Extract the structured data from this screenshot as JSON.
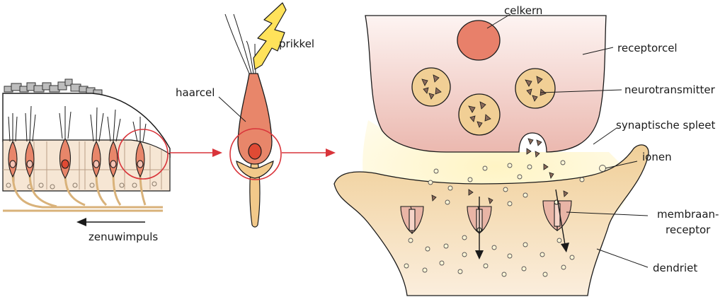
{
  "labels": {
    "celkern": "celkern",
    "receptorcel": "receptorcel",
    "neurotransmitter": "neurotransmitter",
    "synaptische_spleet": "synaptische spleet",
    "ionen": "ionen",
    "membraanreceptor_1": "membraan-",
    "membraanreceptor_2": "receptor",
    "dendriet": "dendriet",
    "prikkel": "prikkel",
    "haarcel": "haarcel",
    "zenuwimpuls": "zenuwimpuls"
  },
  "colors": {
    "hair_cell": "#e8866a",
    "nucleus": "#e56a54",
    "receptor_cell_top": "#fbecea",
    "receptor_cell_bottom": "#eab6ae",
    "cleft_yellow": "#fff2b8",
    "dendrite": "#f2d3a0",
    "vesicle": "#f1cf95",
    "receptor_protein": "#e9b5a6",
    "highlight_ring": "#d9343a",
    "lightning": "#ffe25a",
    "supporting_cells": "#f3dfcb"
  },
  "icons": [
    "lightning-bolt-icon",
    "arrow-right-icon",
    "arrow-left-icon",
    "arrow-down-icon"
  ]
}
